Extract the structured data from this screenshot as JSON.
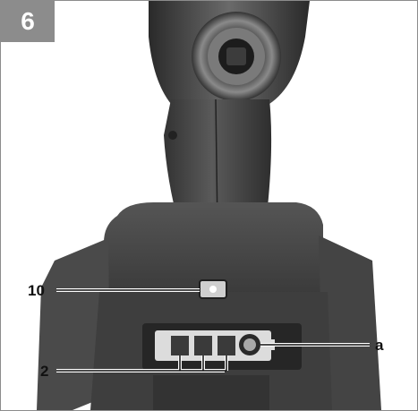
{
  "figure": {
    "number": "6"
  },
  "callouts": {
    "worklight": "10",
    "charge_indicator": "2",
    "charge_button": "a"
  },
  "colors": {
    "frame_gray": "#8c8c8c",
    "tool_body_dark": "#3a3a3a",
    "tool_body_mid": "#5e5e5e",
    "background": "#ffffff",
    "leader_line": "#111111"
  }
}
